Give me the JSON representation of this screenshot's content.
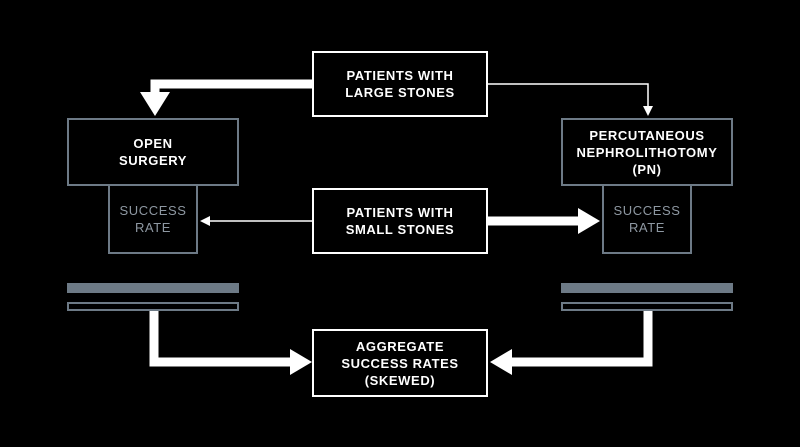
{
  "diagram": {
    "large_stones": "PATIENTS WITH\nLARGE STONES",
    "small_stones": "PATIENTS WITH\nSMALL STONES",
    "open_surgery": "OPEN\nSURGERY",
    "pn": "PERCUTANEOUS\nNEPHROLITHOTOMY\n(PN)",
    "success_rate_left": "SUCCESS\nRATE",
    "success_rate_right": "SUCCESS\nRATE",
    "aggregate": "AGGREGATE\nSUCCESS RATES\n(SKEWED)"
  },
  "colors": {
    "background": "#000000",
    "primary": "#ffffff",
    "muted": "#6d7a86",
    "muted_text": "#8e98a2"
  }
}
